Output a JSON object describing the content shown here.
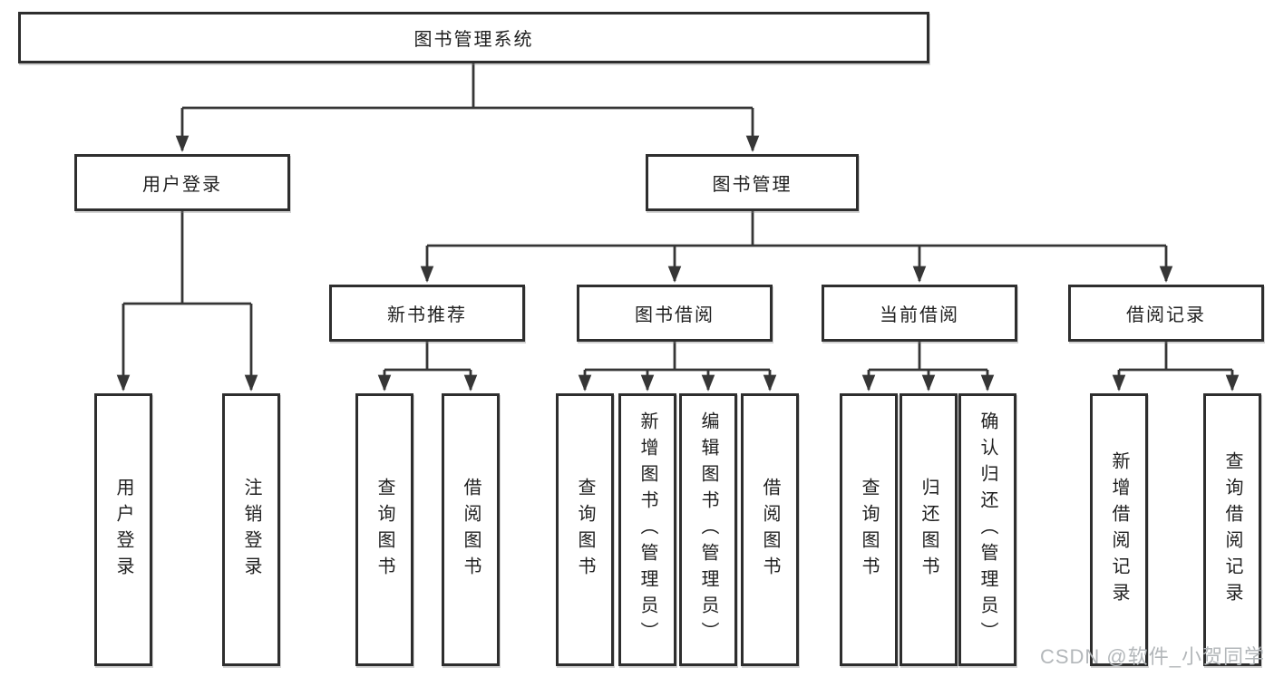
{
  "tree": {
    "root": "图书管理系统",
    "user_login": {
      "label": "用户登录",
      "children": [
        "用户登录",
        "注销登录"
      ]
    },
    "book_mgmt": {
      "label": "图书管理",
      "sections": [
        {
          "label": "新书推荐",
          "children": [
            "查询图书",
            "借阅图书"
          ]
        },
        {
          "label": "图书借阅",
          "children": [
            "查询图书",
            "新增图书（管理员）",
            "编辑图书（管理员）",
            "借阅图书"
          ]
        },
        {
          "label": "当前借阅",
          "children": [
            "查询图书",
            "归还图书",
            "确认归还（管理员）"
          ]
        },
        {
          "label": "借阅记录",
          "children": [
            "新增借阅记录",
            "查询借阅记录"
          ]
        }
      ]
    }
  },
  "watermark": "CSDN @软件_小贺同学",
  "theme": {
    "line_color": "#363636",
    "box_border_color": "#2e2e2e",
    "text_color": "#1f1f1f",
    "watermark_color": "#b3b7ba",
    "background": "#ffffff"
  }
}
